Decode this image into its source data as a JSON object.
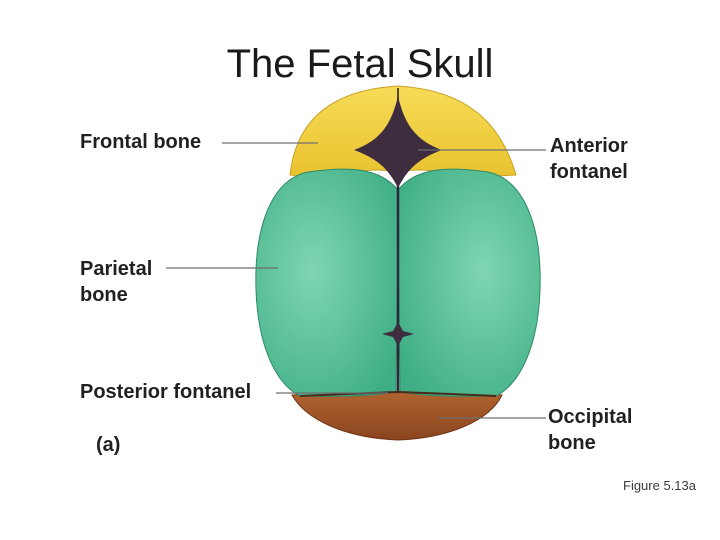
{
  "title": "The Fetal Skull",
  "labels": {
    "frontal_bone": "Frontal bone",
    "anterior_fontanel": "Anterior\nfontanel",
    "parietal_bone": "Parietal\nbone",
    "posterior_fontanel": "Posterior fontanel",
    "occipital_bone": "Occipital\nbone",
    "panel": "(a)"
  },
  "caption": "Figure 5.13a",
  "colors": {
    "frontal": "#f2d03c",
    "parietal": "#52bf95",
    "occipital": "#9a5228",
    "fontanel": "#3d2d3f",
    "leader_line": "#6d6e71"
  }
}
